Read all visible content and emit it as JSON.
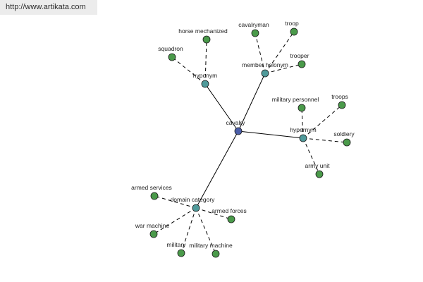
{
  "site_url": "http://www.artikata.com",
  "colors": {
    "center_node": "#4b5ea8",
    "relation_node": "#4f9a9a",
    "leaf_node": "#4a9a4a",
    "node_stroke": "#1a1a1a"
  },
  "center": {
    "id": "cavalry",
    "label": "cavalry"
  },
  "relations": [
    {
      "id": "hyponym",
      "label": "hyponym",
      "terms": [
        {
          "id": "squadron",
          "label": "squadron"
        },
        {
          "id": "horse-mechanized",
          "label": "horse mechanized"
        }
      ]
    },
    {
      "id": "member-holonym",
      "label": "member holonym",
      "terms": [
        {
          "id": "cavalryman",
          "label": "cavalryman"
        },
        {
          "id": "troop",
          "label": "troop"
        },
        {
          "id": "trooper",
          "label": "trooper"
        }
      ]
    },
    {
      "id": "hypernym",
      "label": "hypernym",
      "terms": [
        {
          "id": "military-personnel",
          "label": "military personnel"
        },
        {
          "id": "troops",
          "label": "troops"
        },
        {
          "id": "soldiery",
          "label": "soldiery"
        },
        {
          "id": "army-unit",
          "label": "army unit"
        }
      ]
    },
    {
      "id": "domain-category",
      "label": "domain category",
      "terms": [
        {
          "id": "armed-services",
          "label": "armed services"
        },
        {
          "id": "armed-forces",
          "label": "armed forces"
        },
        {
          "id": "war-machine",
          "label": "war machine"
        },
        {
          "id": "military",
          "label": "military"
        },
        {
          "id": "military-machine",
          "label": "military machine"
        }
      ]
    }
  ]
}
